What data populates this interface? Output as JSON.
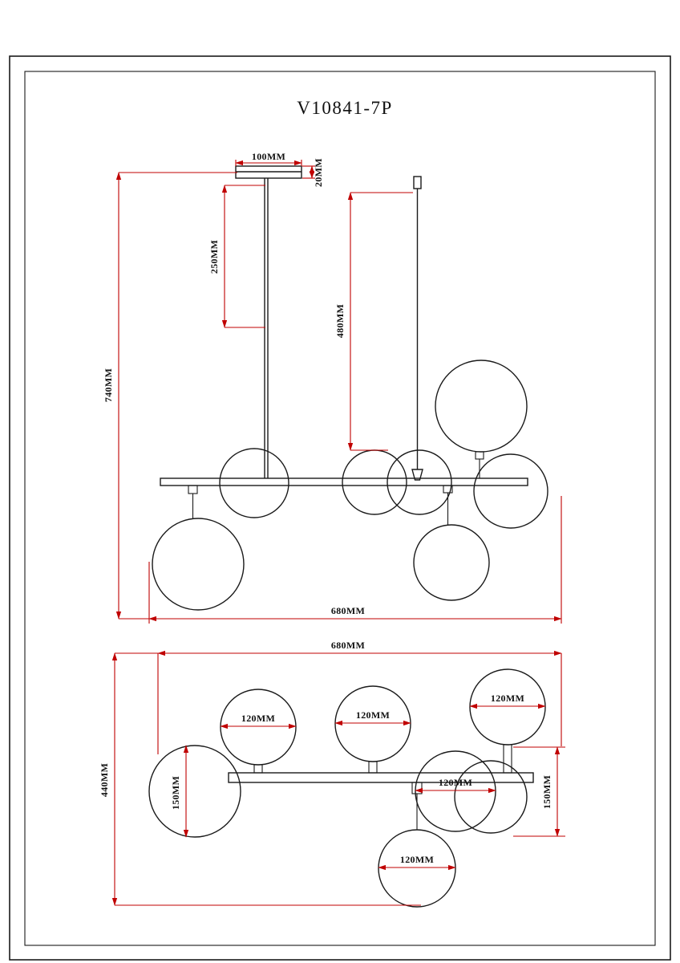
{
  "title": "V10841-7P",
  "colors": {
    "line": "#1a1a1a",
    "dimension": "#c00000"
  },
  "front": {
    "canopy_width": "100MM",
    "canopy_thickness": "20MM",
    "rod_length": "250MM",
    "total_height": "740MM",
    "cord_length": "480MM",
    "total_width": "680MM"
  },
  "plan": {
    "total_width": "680MM",
    "total_depth": "440MM",
    "large_globe_left": "150MM",
    "large_globe_right": "150MM",
    "small_globes": [
      "120MM",
      "120MM",
      "120MM",
      "120MM",
      "120MM"
    ]
  }
}
